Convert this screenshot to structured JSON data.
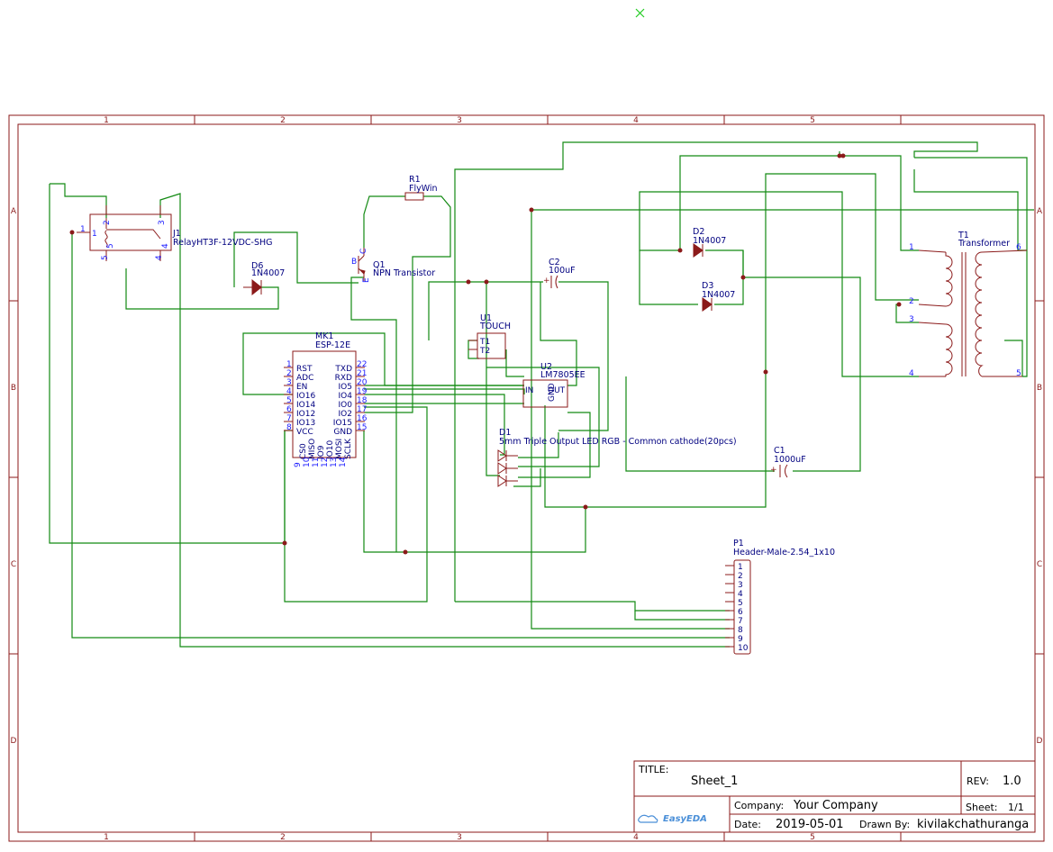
{
  "grid": {
    "columns": [
      "1",
      "2",
      "3",
      "4",
      "5"
    ],
    "rows": [
      "A",
      "B",
      "C",
      "D"
    ]
  },
  "components": {
    "j1": {
      "ref": "J1",
      "value": "RelayHT3F-12VDC-SHG",
      "pins": [
        "1",
        "2",
        "3",
        "1",
        "4",
        "5",
        "5",
        "4"
      ]
    },
    "d6": {
      "ref": "D6",
      "value": "1N4007"
    },
    "r1": {
      "ref": "R1",
      "value": "FlyWin"
    },
    "q1": {
      "ref": "Q1",
      "value": "NPN Transistor",
      "pin_b": "B",
      "pin_c": "C",
      "pin_e": "E"
    },
    "c2": {
      "ref": "C2",
      "value": "100uF",
      "plus": "+"
    },
    "d2": {
      "ref": "D2",
      "value": "1N4007"
    },
    "d3": {
      "ref": "D3",
      "value": "1N4007"
    },
    "t1": {
      "ref": "T1",
      "value": "Transformer",
      "pins": [
        "1",
        "2",
        "3",
        "4",
        "5",
        "6"
      ]
    },
    "u1": {
      "ref": "U1",
      "value": "TOUCH",
      "t1": "T1",
      "t2": "T2"
    },
    "u2": {
      "ref": "U2",
      "value": "LM7805EE",
      "in": "IN",
      "out": "OUT",
      "gnd": "GND"
    },
    "mk1": {
      "ref": "MK1",
      "value": "ESP-12E",
      "left_labels": [
        "RST",
        "ADC",
        "EN",
        "IO16",
        "IO14",
        "IO12",
        "IO13",
        "VCC"
      ],
      "left_nums": [
        "1",
        "2",
        "3",
        "4",
        "5",
        "6",
        "7",
        "8"
      ],
      "right_labels": [
        "TXD",
        "RXD",
        "IO5",
        "IO4",
        "IO0",
        "IO2",
        "IO15",
        "GND"
      ],
      "right_nums": [
        "22",
        "21",
        "20",
        "19",
        "18",
        "17",
        "16",
        "15"
      ],
      "bottom_labels": [
        "CS0",
        "MISO",
        "IO9",
        "IO10",
        "MOSI",
        "SCLK"
      ],
      "bottom_nums": [
        "9",
        "10",
        "11",
        "12",
        "13",
        "14"
      ]
    },
    "d1": {
      "ref": "D1",
      "value": "5mm Triple Output LED RGB - Common cathode(20pcs)"
    },
    "c1": {
      "ref": "C1",
      "value": "1000uF",
      "plus": "+"
    },
    "p1": {
      "ref": "P1",
      "value": "Header-Male-2.54_1x10",
      "pins": [
        "1",
        "2",
        "3",
        "4",
        "5",
        "6",
        "7",
        "8",
        "9",
        "10"
      ]
    }
  },
  "title_block": {
    "title_label": "TITLE:",
    "title": "Sheet_1",
    "rev_label": "REV:",
    "rev": "1.0",
    "company_label": "Company:",
    "company": "Your Company",
    "sheet_label": "Sheet:",
    "sheet": "1/1",
    "date_label": "Date:",
    "date": "2019-05-01",
    "drawn_label": "Drawn By:",
    "drawn_by": "kivilakchathuranga",
    "logo": "EasyEDA"
  },
  "colors": {
    "frame": "#8b1a1a",
    "wire": "#138a13",
    "text": "#000080"
  }
}
